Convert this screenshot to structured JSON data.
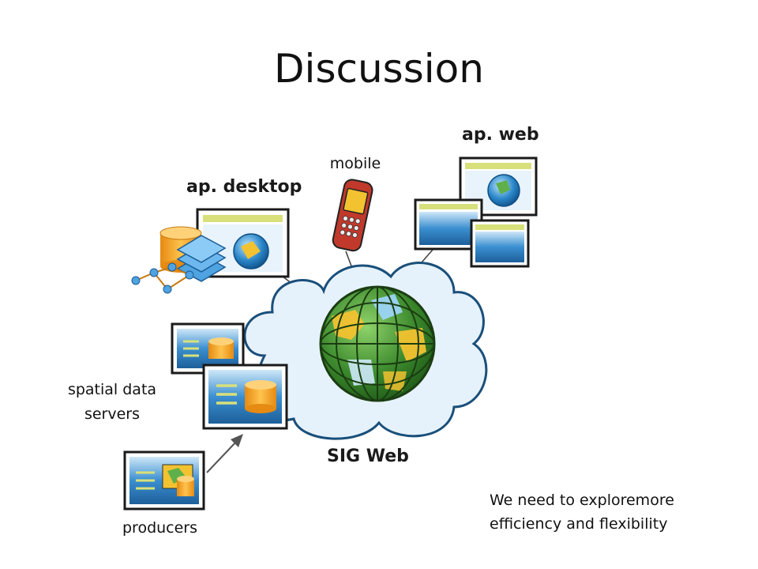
{
  "slide": {
    "title": "Discussion"
  },
  "diagram": {
    "labels": {
      "mobile": "mobile",
      "web": "ap. web",
      "desktop": "ap. desktop",
      "servers": "spatial data\nservers",
      "servers_line1": "spatial data",
      "servers_line2": "servers",
      "producers": "producers",
      "center": "SIG Web"
    },
    "note": {
      "line1": "We need to exploremore",
      "line2": "efficiency and flexibility"
    },
    "colors": {
      "window_frame": "#1a1a1a",
      "window_blue": "#2a7fc0",
      "cloud_fill": "#e6f2fb",
      "cloud_stroke": "#1a4f7a",
      "database": "#f5a623",
      "globe_green": "#3d8a2e",
      "accent_yellow": "#f2c230"
    }
  }
}
